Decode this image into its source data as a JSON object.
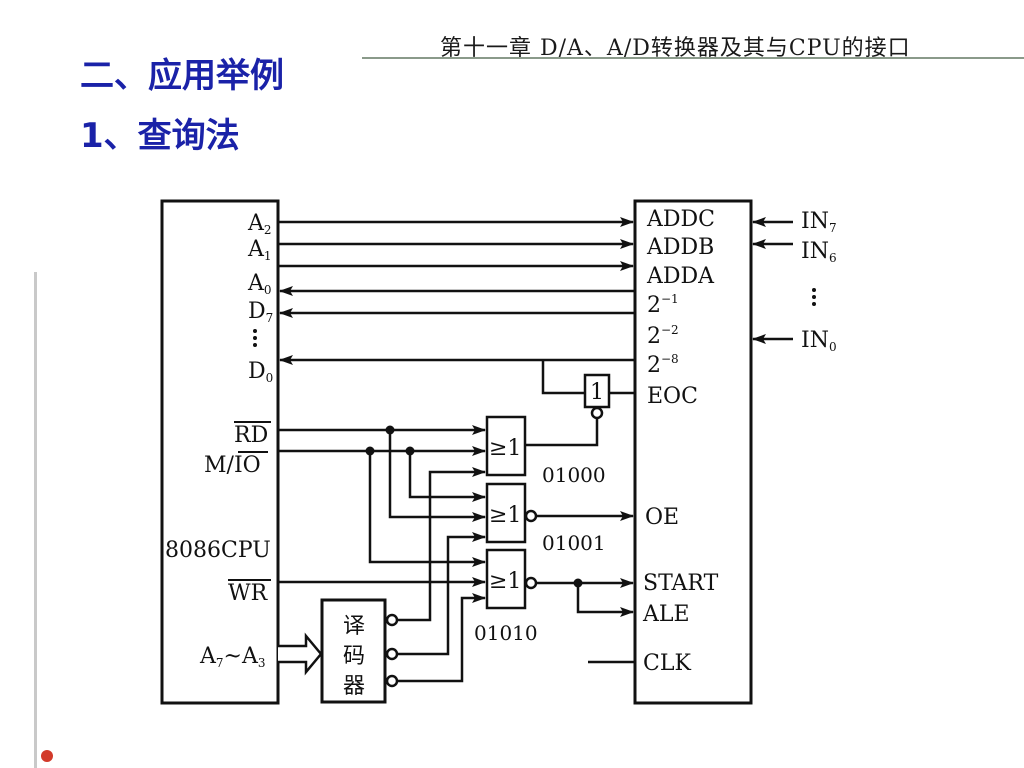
{
  "header": {
    "title_line1": "二、应用举例",
    "title_line2": "1、查询法",
    "chapter": "第十一章 D/A、A/D转换器及其与CPU的接口"
  },
  "cpu": {
    "name": "8086CPU",
    "pins": {
      "a2": "A",
      "a2_sub": "2",
      "a1": "A",
      "a1_sub": "1",
      "a0": "A",
      "a0_sub": "0",
      "d7": "D",
      "d7_sub": "7",
      "d0": "D",
      "d0_sub": "0",
      "rd": "RD",
      "mio_m": "M/",
      "mio_io": "IO",
      "wr": "WR",
      "a7": "A",
      "a7_sub": "7",
      "tilde": "~",
      "a3": "A",
      "a3_sub": "3"
    }
  },
  "adc": {
    "pins": {
      "addc": "ADDC",
      "addb": "ADDB",
      "adda": "ADDA",
      "b1": "2",
      "b1_exp": "−1",
      "b2": "2",
      "b2_exp": "−2",
      "b8": "2",
      "b8_exp": "−8",
      "eoc": "EOC",
      "oe": "OE",
      "start": "START",
      "ale": "ALE",
      "clk": "CLK"
    }
  },
  "inputs": {
    "in7": "IN",
    "in7_sub": "7",
    "in6": "IN",
    "in6_sub": "6",
    "in0": "IN",
    "in0_sub": "0"
  },
  "gates": {
    "not_label": "1",
    "or_label": "≥1",
    "addr1": "01000",
    "addr2": "01001",
    "addr3": "01010"
  },
  "decoder": {
    "c1": "译",
    "c2": "码",
    "c3": "器"
  },
  "colors": {
    "heading": "#1a22a8",
    "line": "#111111"
  }
}
